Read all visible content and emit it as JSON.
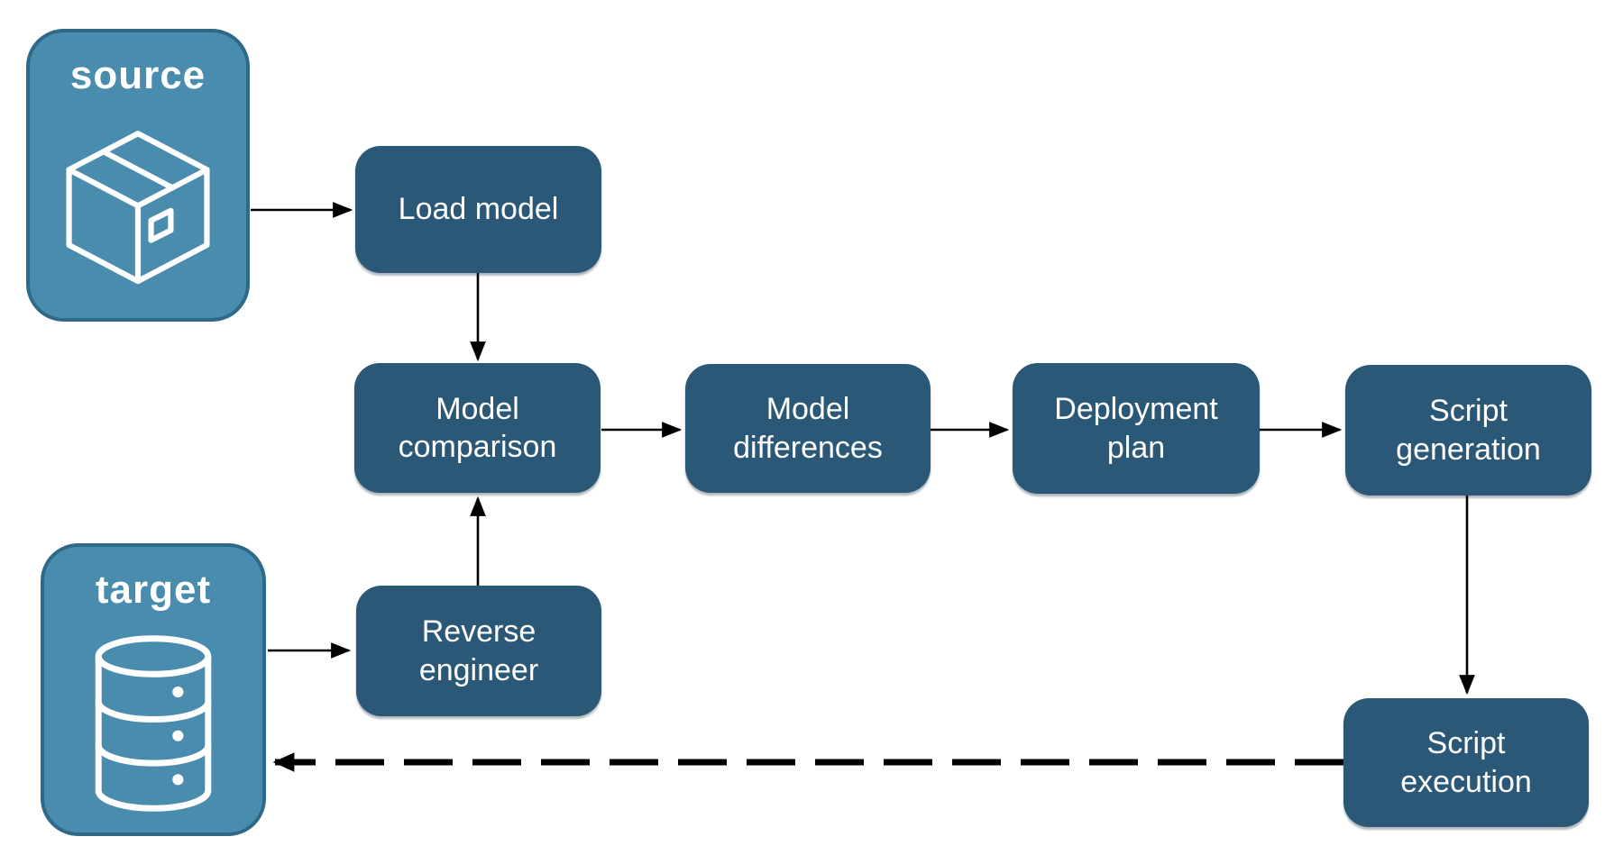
{
  "palette": {
    "step_fill": "#2B5876",
    "step_text": "#FFFFFF",
    "endpoint_fill": "#4A8CAE",
    "endpoint_border": "#2E6A87",
    "endpoint_text": "#FFFFFF",
    "arrow_color": "#000000",
    "background": "#FFFFFF"
  },
  "endpoints": {
    "source": {
      "label": "source",
      "icon": "package-icon"
    },
    "target": {
      "label": "target",
      "icon": "database-icon"
    }
  },
  "steps": {
    "load_model": {
      "label": "Load model"
    },
    "model_comparison": {
      "label": "Model comparison"
    },
    "model_differences": {
      "label": "Model differences"
    },
    "deployment_plan": {
      "label": "Deployment plan"
    },
    "script_generation": {
      "label": "Script generation"
    },
    "reverse_engineer": {
      "label": "Reverse engineer"
    },
    "script_execution": {
      "label": "Script execution"
    }
  },
  "edges": [
    {
      "from": "source",
      "to": "load_model",
      "style": "solid"
    },
    {
      "from": "load_model",
      "to": "model_comparison",
      "style": "solid"
    },
    {
      "from": "model_comparison",
      "to": "model_differences",
      "style": "solid"
    },
    {
      "from": "model_differences",
      "to": "deployment_plan",
      "style": "solid"
    },
    {
      "from": "deployment_plan",
      "to": "script_generation",
      "style": "solid"
    },
    {
      "from": "script_generation",
      "to": "script_execution",
      "style": "solid"
    },
    {
      "from": "target",
      "to": "reverse_engineer",
      "style": "solid"
    },
    {
      "from": "reverse_engineer",
      "to": "model_comparison",
      "style": "solid"
    },
    {
      "from": "script_execution",
      "to": "target",
      "style": "dashed"
    }
  ]
}
